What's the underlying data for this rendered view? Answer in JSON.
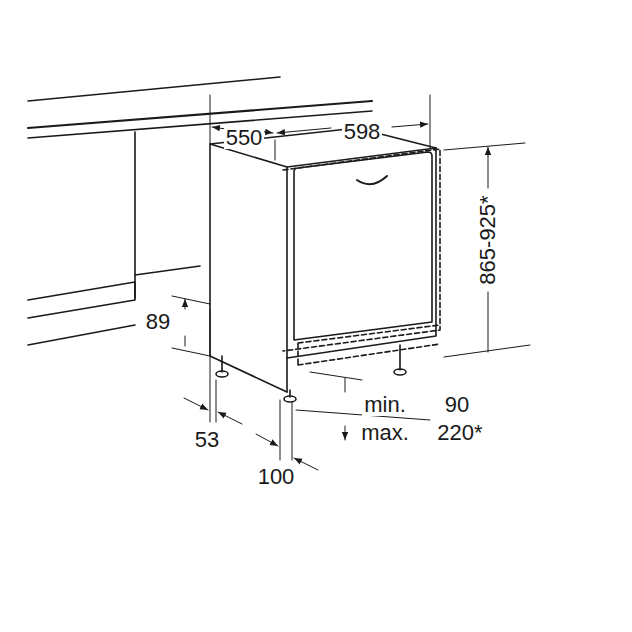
{
  "diagram": {
    "labels": [
      "550",
      "598",
      "865-925*",
      "89",
      "53",
      "100",
      "min.",
      "90",
      "max.",
      "220*"
    ]
  }
}
